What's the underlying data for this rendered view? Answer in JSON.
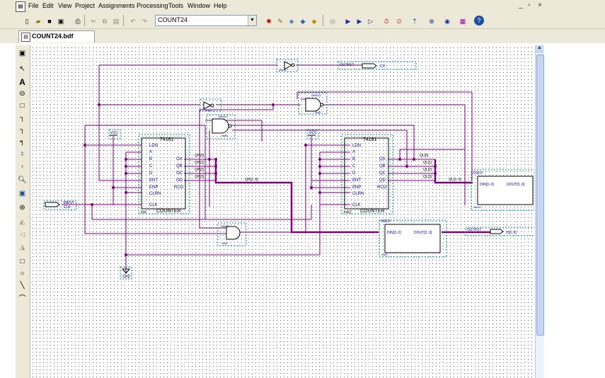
{
  "menu": {
    "items": [
      "File",
      "Edit",
      "View",
      "Project",
      "Assignments",
      "Processing",
      "Tools",
      "Window",
      "Help"
    ],
    "window_controls": [
      "_",
      "×"
    ]
  },
  "toolbar": {
    "project_name": "COUNT24"
  },
  "document_tab": {
    "title": "COUNT24.bdf"
  },
  "schematic": {
    "counter_left": {
      "part": "74161",
      "type_label": "COUNTER",
      "inst": "inst",
      "pins_left": [
        "LDN",
        "A",
        "B",
        "C",
        "D",
        "ENT",
        "ENP",
        "CLRN",
        "CLK"
      ],
      "pins_right": [
        "OA",
        "QB",
        "OC",
        "OD",
        "RCO"
      ]
    },
    "counter_right": {
      "part": "74161",
      "type_label": "COUNTER",
      "inst": "inst1",
      "pins_left": [
        "LDN",
        "A",
        "B",
        "C",
        "D",
        "ENT",
        "ENP",
        "CLRN",
        "CLK"
      ],
      "pins_right": [
        "QA",
        "QB",
        "QC",
        "QD",
        "RCO"
      ]
    },
    "vcc_label_left": "VCC",
    "vcc_label_right": "VCC",
    "gnd_label": "GND",
    "input_pin": "INPUT",
    "input_name": "CLK",
    "output_pin_top": "OUTPUT",
    "output_pin_top_name": "CO",
    "output_pin_bottom": "OUTPUT",
    "output_pin_bottom_name": "H[3..0]",
    "not_inst_top": "inst10",
    "not_inst_mid": "inst3",
    "nand2_label": "NAND2",
    "nand2_inst": "inst5",
    "nand3_label": "NAND3",
    "nand3_inst": "inst6",
    "and2_label": "AND2",
    "and2_inst": "inst8",
    "bus_qh": "QH[3..0]",
    "bus_ql": "QL[3..0]",
    "qh_bits": [
      "QH[0]",
      "QH[1]",
      "QH[2]",
      "QH[3]"
    ],
    "ql_bits": [
      "QL[0]",
      "QL[1]",
      "QL[2]",
      "QL[3]"
    ],
    "xsf_left": {
      "label": "XSFO",
      "din": "DIN[3..0]",
      "dout": "DOUT[3..0]",
      "inst": "inst9"
    },
    "xsf_right": {
      "label": "XSFO",
      "din": "DIN[3..0]",
      "dout": "DOUT[3..0]",
      "inst": "inst10"
    }
  },
  "colors": {
    "wire": "#800080",
    "bus": "#800080",
    "block": "#000000",
    "dashed_frame": "#009090",
    "text": "#0000a0"
  }
}
